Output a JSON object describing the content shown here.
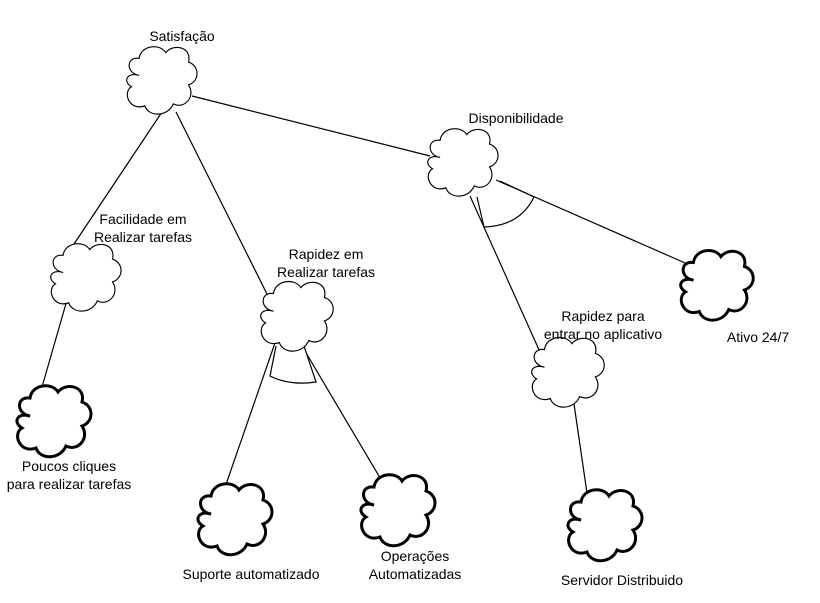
{
  "nodes": [
    {
      "id": "satisfacao",
      "label_lines": [
        "Satisfação"
      ],
      "style": "normal"
    },
    {
      "id": "disponibilidade",
      "label_lines": [
        "Disponibilidade"
      ],
      "style": "normal"
    },
    {
      "id": "facilidade",
      "label_lines": [
        "Facilidade em",
        "Realizar tarefas"
      ],
      "style": "normal"
    },
    {
      "id": "rapidez-tarefas",
      "label_lines": [
        "Rapidez em",
        "Realizar tarefas"
      ],
      "style": "normal"
    },
    {
      "id": "rapidez-app",
      "label_lines": [
        "Rapidez para",
        "entrar no aplicativo"
      ],
      "style": "normal"
    },
    {
      "id": "ativo",
      "label_lines": [
        "Ativo 24/7"
      ],
      "style": "bold"
    },
    {
      "id": "poucos-cliques",
      "label_lines": [
        "Poucos cliques",
        "para realizar tarefas"
      ],
      "style": "bold"
    },
    {
      "id": "suporte",
      "label_lines": [
        "Suporte automatizado"
      ],
      "style": "bold"
    },
    {
      "id": "operacoes",
      "label_lines": [
        "Operações",
        "Automatizadas"
      ],
      "style": "bold"
    },
    {
      "id": "servidor",
      "label_lines": [
        "Servidor Distribuido"
      ],
      "style": "bold"
    }
  ],
  "edges": [
    {
      "from": "satisfacao",
      "to": "disponibilidade"
    },
    {
      "from": "satisfacao",
      "to": "facilidade"
    },
    {
      "from": "satisfacao",
      "to": "rapidez-tarefas"
    },
    {
      "from": "disponibilidade",
      "to": "rapidez-app"
    },
    {
      "from": "disponibilidade",
      "to": "ativo"
    },
    {
      "from": "facilidade",
      "to": "poucos-cliques"
    },
    {
      "from": "rapidez-tarefas",
      "to": "suporte"
    },
    {
      "from": "rapidez-tarefas",
      "to": "operacoes"
    },
    {
      "from": "rapidez-app",
      "to": "servidor"
    }
  ],
  "and_decompositions": [
    "disponibilidade",
    "rapidez-tarefas"
  ],
  "colors": {
    "stroke": "#000000",
    "fill": "#ffffff",
    "text": "#000000"
  }
}
